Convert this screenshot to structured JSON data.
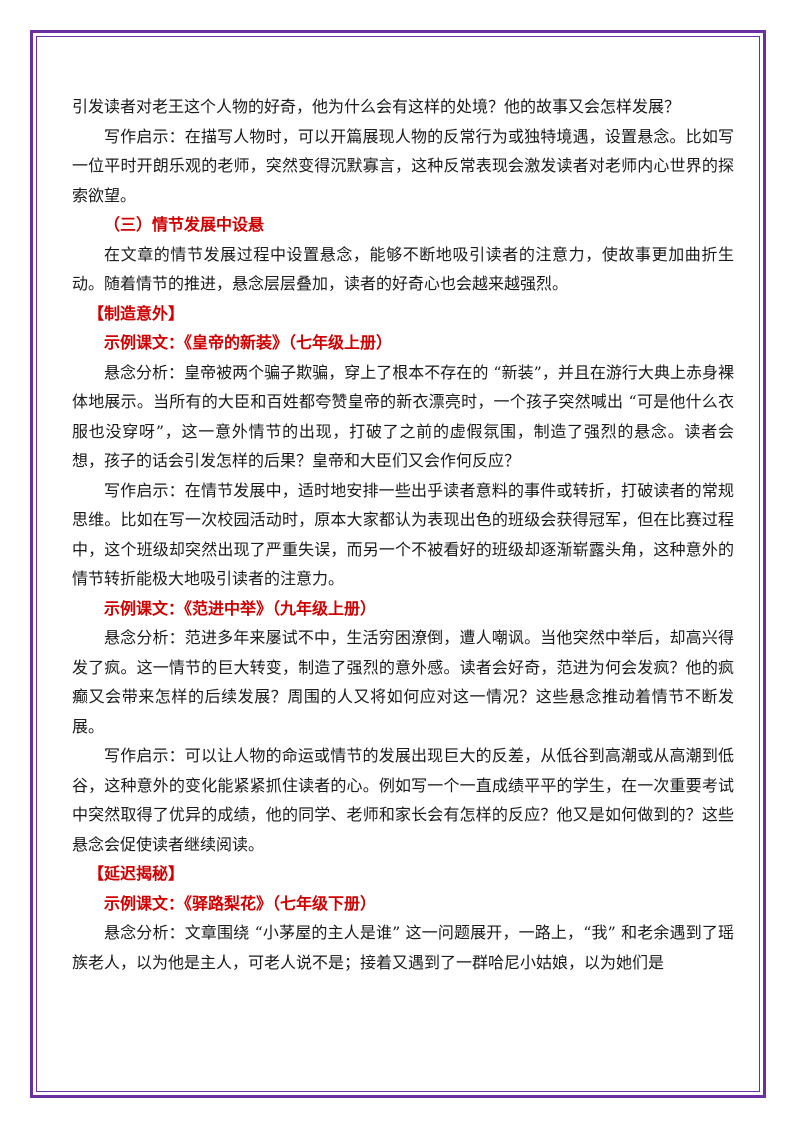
{
  "paragraphs": [
    {
      "type": "body",
      "indent": false,
      "text": "引发读者对老王这个人物的好奇，他为什么会有这样的处境？他的故事又会怎样发展？"
    },
    {
      "type": "body",
      "indent": true,
      "text": "写作启示：在描写人物时，可以开篇展现人物的反常行为或独特境遇，设置悬念。比如写一位平时开朗乐观的老师，突然变得沉默寡言，这种反常表现会激发读者对老师内心世界的探索欲望。"
    },
    {
      "type": "subheading",
      "text": "（三）情节发展中设悬"
    },
    {
      "type": "body",
      "indent": true,
      "text": "在文章的情节发展过程中设置悬念，能够不断地吸引读者的注意力，使故事更加曲折生动。随着情节的推进，悬念层层叠加，读者的好奇心也会越来越强烈。"
    },
    {
      "type": "bracket",
      "text": "【制造意外】"
    },
    {
      "type": "example",
      "text": "示例课文：《皇帝的新装》（七年级上册）"
    },
    {
      "type": "body",
      "indent": true,
      "text": "悬念分析：皇帝被两个骗子欺骗，穿上了根本不存在的 “新装”，并且在游行大典上赤身裸体地展示。当所有的大臣和百姓都夸赞皇帝的新衣漂亮时，一个孩子突然喊出 “可是他什么衣服也没穿呀”，这一意外情节的出现，打破了之前的虚假氛围，制造了强烈的悬念。读者会想，孩子的话会引发怎样的后果？皇帝和大臣们又会作何反应？"
    },
    {
      "type": "body",
      "indent": true,
      "text": "写作启示：在情节发展中，适时地安排一些出乎读者意料的事件或转折，打破读者的常规思维。比如在写一次校园活动时，原本大家都认为表现出色的班级会获得冠军，但在比赛过程中，这个班级却突然出现了严重失误，而另一个不被看好的班级却逐渐崭露头角，这种意外的情节转折能极大地吸引读者的注意力。"
    },
    {
      "type": "example",
      "text": "示例课文：《范进中举》（九年级上册）"
    },
    {
      "type": "body",
      "indent": true,
      "text": "悬念分析：范进多年来屡试不中，生活穷困潦倒，遭人嘲讽。当他突然中举后，却高兴得发了疯。这一情节的巨大转变，制造了强烈的意外感。读者会好奇，范进为何会发疯？他的疯癫又会带来怎样的后续发展？周围的人又将如何应对这一情况？这些悬念推动着情节不断发展。"
    },
    {
      "type": "body",
      "indent": true,
      "text": "写作启示：可以让人物的命运或情节的发展出现巨大的反差，从低谷到高潮或从高潮到低谷，这种意外的变化能紧紧抓住读者的心。例如写一个一直成绩平平的学生，在一次重要考试中突然取得了优异的成绩，他的同学、老师和家长会有怎样的反应？他又是如何做到的？这些悬念会促使读者继续阅读。"
    },
    {
      "type": "bracket",
      "text": "【延迟揭秘】"
    },
    {
      "type": "example",
      "text": "示例课文：《驿路梨花》（七年级下册）"
    },
    {
      "type": "body",
      "indent": true,
      "text": "悬念分析：文章围绕 “小茅屋的主人是谁” 这一问题展开，一路上，“我” 和老余遇到了瑶族老人，以为他是主人，可老人说不是；接着又遇到了一群哈尼小姑娘，以为她们是"
    }
  ],
  "colors": {
    "border": "#6a2fa0",
    "heading": "#d10000",
    "text": "#1a1a1a"
  }
}
